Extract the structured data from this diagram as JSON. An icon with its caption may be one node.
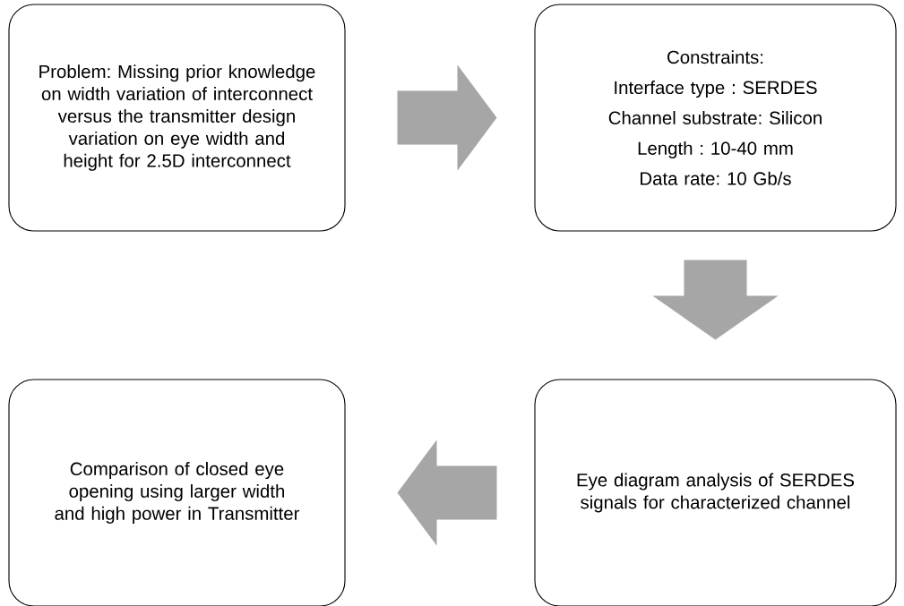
{
  "diagram": {
    "nodes": [
      {
        "text": [
          "Problem: Missing prior knowledge on width variation of interconnect versus the transmitter design variation on eye width and height for 2.5D interconnect"
        ]
      },
      {
        "text": [
          "Constraints:",
          "Interface type : SERDES",
          "Channel substrate: Silicon",
          "Length : 10-40 mm",
          "Data rate: 10 Gb/s"
        ]
      },
      {
        "text": [
          "Eye diagram analysis of SERDES signals for characterized channel"
        ]
      },
      {
        "text": [
          "Comparison of closed eye opening using larger width and high power in Transmitter"
        ]
      }
    ],
    "edges": [
      {
        "from": 0,
        "to": 1,
        "arrow": "to"
      },
      {
        "from": 1,
        "to": 2,
        "arrow": "to"
      },
      {
        "from": 2,
        "to": 3,
        "arrow": "to"
      }
    ]
  }
}
